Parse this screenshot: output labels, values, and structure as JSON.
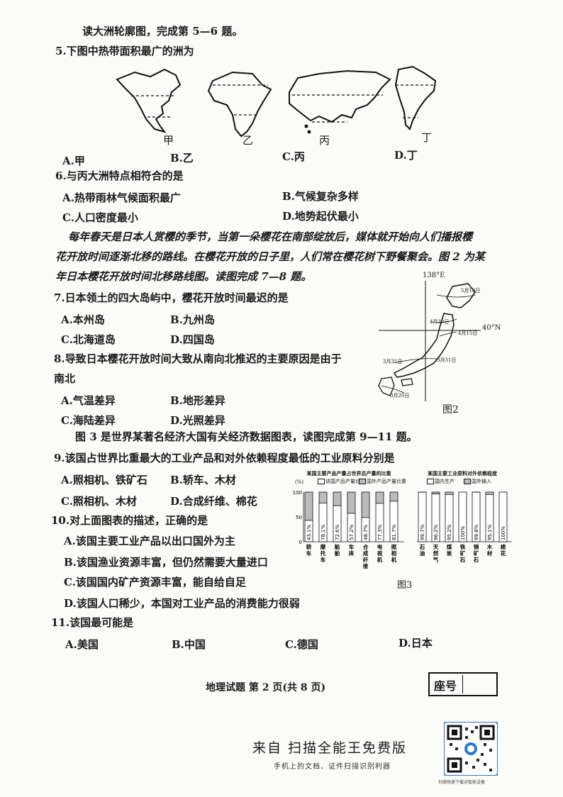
{
  "intro_a": "读大洲轮廓图，完成第 5—6 题。",
  "q5": {
    "stem": "5.下图中热带面积最广的洲为",
    "map_labels": [
      "甲",
      "乙",
      "丙",
      "丁"
    ],
    "options": [
      "A.甲",
      "B.乙",
      "C.丙",
      "D.丁"
    ]
  },
  "q6": {
    "stem": "6.与丙大洲特点相符合的是",
    "options": [
      "A.热带雨林气候面积最广",
      "B.气候复杂多样",
      "C.人口密度最小",
      "D.地势起伏最小"
    ]
  },
  "passage": {
    "line1": "每年春天是日本人赏樱的季节，当第一朵樱花在南部绽放后，媒体就开始向人们播报樱",
    "line2": "花开放时间逐渐北移的路线。在樱花开放的日子里，人们常在樱花树下野餐聚会。图 2 为某",
    "line3": "年日本樱花开放时间北移路线图。读图完成 7—8 题。"
  },
  "q7": {
    "stem": "7.日本领土的四大岛屿中，樱花开放时间最迟的是",
    "options": [
      "A.本州岛",
      "B.九州岛",
      "C.北海道岛",
      "D.四国岛"
    ]
  },
  "q8": {
    "stem_line1": "8.导致日本樱花开放时间大致从南向北推迟的主要原因是由于",
    "stem_line2": "南北",
    "options": [
      "A.气温差异",
      "B.地形差异",
      "C.海陆差异",
      "D.光照差异"
    ]
  },
  "fig2": {
    "lon_label": "138°E",
    "lat_label": "40°N",
    "caption": "图2",
    "dates": [
      "5月10日",
      "4月30日",
      "4月15日",
      "3月31日",
      "3月31日",
      "3月20日"
    ]
  },
  "intro_b": "图 3 是世界某著名经济大国有关经济数据图表，读图完成第 9—11 题。",
  "q9": {
    "stem": "9.该国占世界比重最大的工业产品和对外依赖程度最低的工业原料分别是",
    "options": [
      "A.照相机、铁矿石",
      "B.轿车、木材",
      "C.照相机、木材",
      "D.合成纤维、棉花"
    ]
  },
  "q10": {
    "stem": "10.对上面图表的描述，正确的是",
    "options": [
      "A.该国主要工业产品以出口国外为主",
      "B.该国渔业资源丰富，但仍然需要大量进口",
      "C.该国国内矿产资源丰富，能自给自足",
      "D.该国人口稀少，本国对工业产品的消费能力很弱"
    ]
  },
  "q11": {
    "stem": "11.该国最可能是",
    "options": [
      "A.美国",
      "B.中国",
      "C.德国",
      "D.日本"
    ]
  },
  "fig3": {
    "caption": "图3",
    "chart_data": [
      {
        "type": "bar",
        "title": "某国主要产品产量占世界总产量的比重",
        "ylabel": "(%)",
        "ylim": [
          0,
          100
        ],
        "yticks": [
          "100",
          "50",
          "0"
        ],
        "legend": [
          "该国产品产量比重",
          "国外产品产量比重"
        ],
        "categories": [
          "轿车",
          "摩托车",
          "船舶",
          "车床",
          "合成纤维",
          "电视机",
          "照相机"
        ],
        "values": [
          43.1,
          78.1,
          72.6,
          57.2,
          48.7,
          77.3,
          81.7
        ],
        "value_labels": [
          "43.1%",
          "78.1%",
          "72.6%",
          "57.2%",
          "48.7%",
          "77.3%",
          "81.7%"
        ]
      },
      {
        "type": "bar",
        "title": "某国主要工业原料对外依赖程度",
        "legend": [
          "国内生产",
          "国外输入"
        ],
        "categories": [
          "石油",
          "天然气",
          "煤炭",
          "铁矿石",
          "铜矿石",
          "木材",
          "棉花"
        ],
        "values": [
          99.7,
          96.2,
          95.2,
          100,
          99.8,
          95.1,
          100
        ],
        "value_labels": [
          "99.7%",
          "96.2%",
          "95.2%",
          "100%",
          "99.8%",
          "95.1%",
          "100%"
        ]
      }
    ]
  },
  "footer": {
    "page": "地理试题 第 2 页(共 8 页)",
    "seat": "座号",
    "scan_main": "来自  扫描全能王免费版",
    "scan_sub": "手机上的文档、证件扫描识别利器",
    "scan_tiny": "扫描快速下载对智能设备"
  }
}
